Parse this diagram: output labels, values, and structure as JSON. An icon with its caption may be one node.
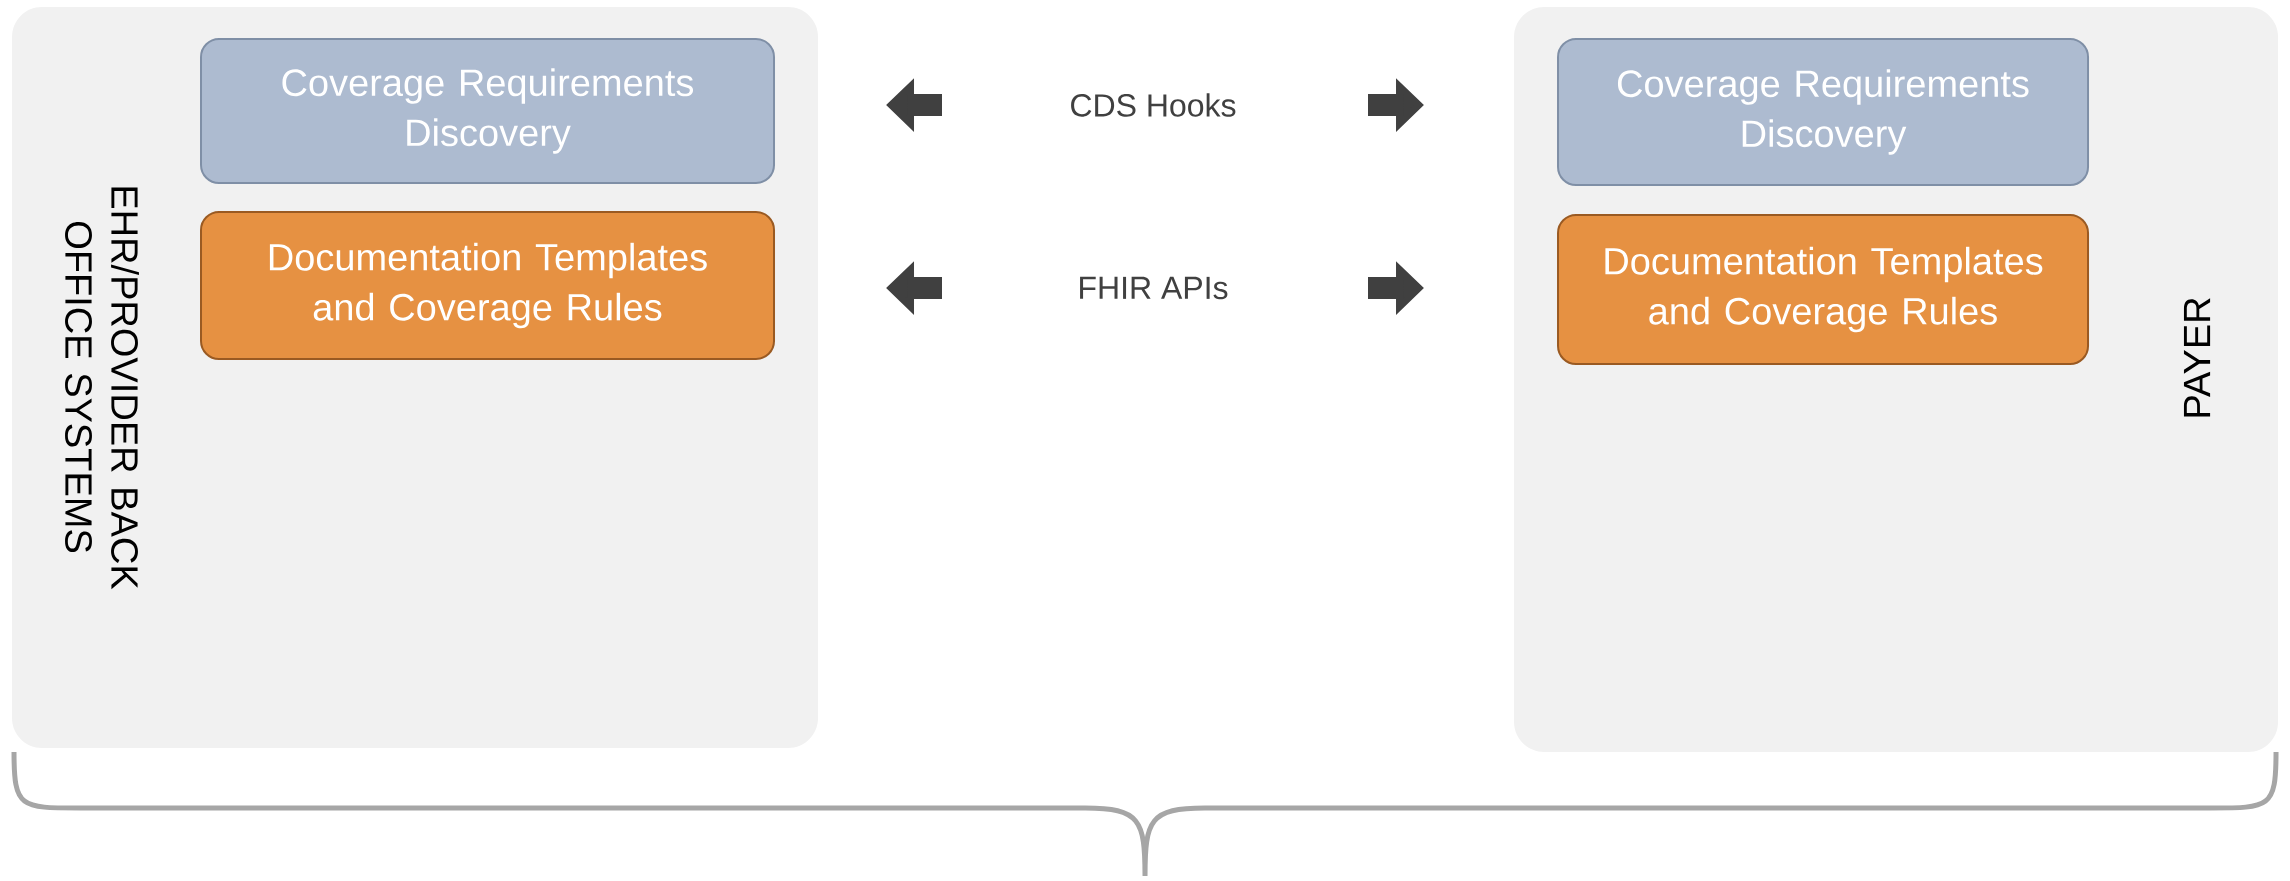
{
  "diagram": {
    "nodes": [
      {
        "text": [
          "EHR/PROVIDER BACK OFFICE SYSTEMS"
        ]
      },
      {
        "text": [
          "Coverage Requirements Discovery"
        ],
        "in": 0
      },
      {
        "text": [
          "Documentation Templates and Coverage Rules"
        ],
        "in": 0
      },
      {
        "text": [
          "PAYER"
        ]
      },
      {
        "text": [
          "Coverage Requirements Discovery"
        ],
        "in": 3
      },
      {
        "text": [
          "Documentation Templates and Coverage Rules"
        ],
        "in": 3
      },
      {
        "text": [
          "CDS Hooks"
        ]
      },
      {
        "text": [
          "FHIR APIs"
        ]
      }
    ]
  }
}
